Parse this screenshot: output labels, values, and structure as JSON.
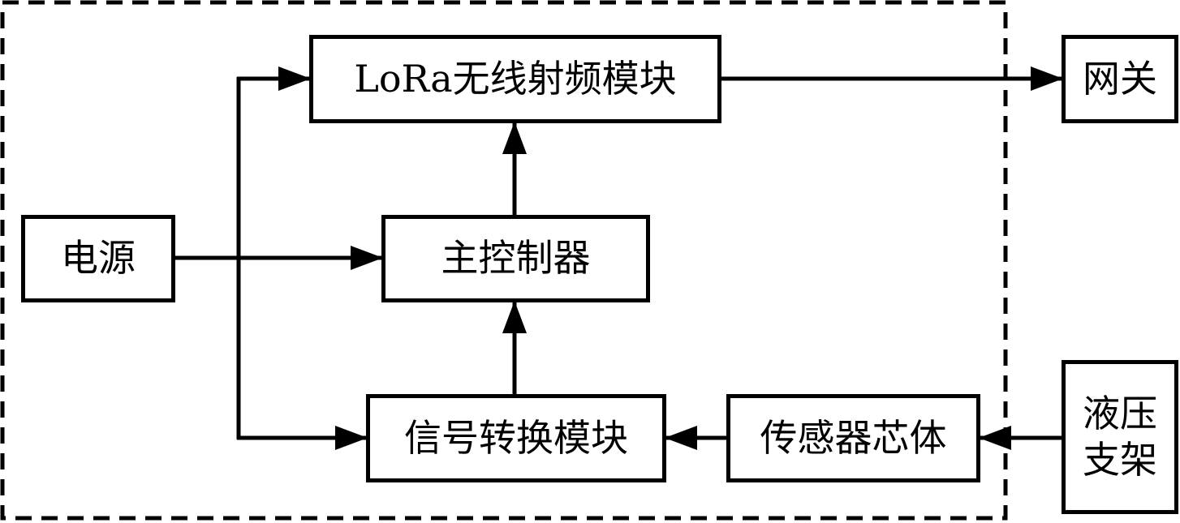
{
  "blocks": {
    "lora": "LoRa无线射频模块",
    "gateway": "网关",
    "power": "电源",
    "controller": "主控制器",
    "signal_conversion": "信号转换模块",
    "sensor_core": "传感器芯体",
    "hydraulic_support": {
      "line1": "液压",
      "line2": "支架"
    }
  },
  "connections": [
    {
      "from": "power",
      "to": "lora"
    },
    {
      "from": "power",
      "to": "controller"
    },
    {
      "from": "power",
      "to": "signal_conversion"
    },
    {
      "from": "signal_conversion",
      "to": "controller"
    },
    {
      "from": "controller",
      "to": "lora"
    },
    {
      "from": "lora",
      "to": "gateway"
    },
    {
      "from": "hydraulic_support",
      "to": "sensor_core"
    },
    {
      "from": "sensor_core",
      "to": "signal_conversion"
    }
  ],
  "boundary": {
    "style": "dashed",
    "encloses": [
      "power",
      "lora",
      "controller",
      "signal_conversion",
      "sensor_core"
    ]
  }
}
